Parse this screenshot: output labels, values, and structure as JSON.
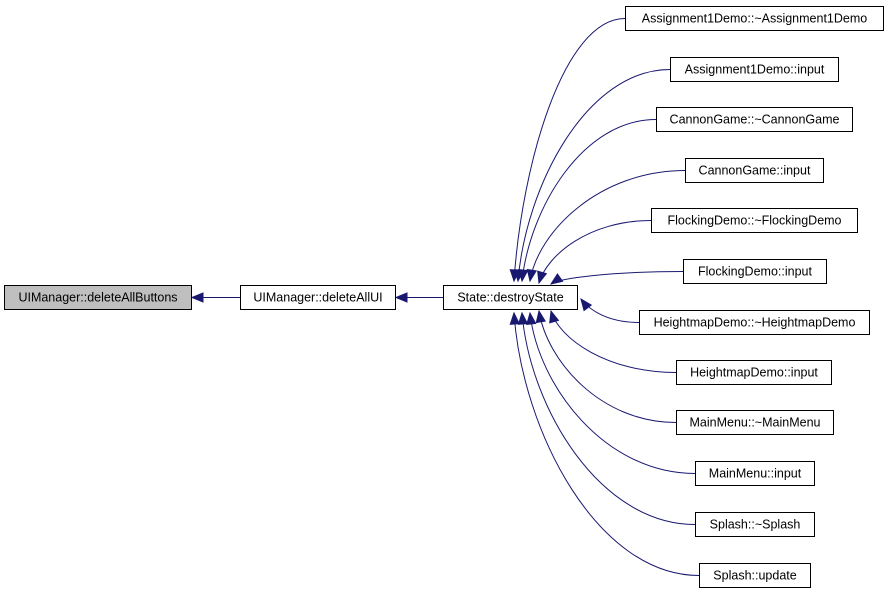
{
  "colors": {
    "edge": "#191970",
    "node_border": "#000000",
    "node_fill": "#ffffff",
    "root_fill": "#bfbfbf"
  },
  "nodes": [
    {
      "id": "n_root",
      "label": "UIManager::deleteAllButtons",
      "root": true
    },
    {
      "id": "n_deleteAllUI",
      "label": "UIManager::deleteAllUI"
    },
    {
      "id": "n_destroyState",
      "label": "State::destroyState"
    },
    {
      "id": "n_a1_dtor",
      "label": "Assignment1Demo::~Assignment1Demo"
    },
    {
      "id": "n_a1_input",
      "label": "Assignment1Demo::input"
    },
    {
      "id": "n_cg_dtor",
      "label": "CannonGame::~CannonGame"
    },
    {
      "id": "n_cg_input",
      "label": "CannonGame::input"
    },
    {
      "id": "n_fd_dtor",
      "label": "FlockingDemo::~FlockingDemo"
    },
    {
      "id": "n_fd_input",
      "label": "FlockingDemo::input"
    },
    {
      "id": "n_hm_dtor",
      "label": "HeightmapDemo::~HeightmapDemo"
    },
    {
      "id": "n_hm_input",
      "label": "HeightmapDemo::input"
    },
    {
      "id": "n_mm_dtor",
      "label": "MainMenu::~MainMenu"
    },
    {
      "id": "n_mm_input",
      "label": "MainMenu::input"
    },
    {
      "id": "n_sp_dtor",
      "label": "Splash::~Splash"
    },
    {
      "id": "n_sp_update",
      "label": "Splash::update"
    }
  ],
  "edges": [
    {
      "from": "n_deleteAllUI",
      "to": "n_root"
    },
    {
      "from": "n_destroyState",
      "to": "n_deleteAllUI"
    },
    {
      "from": "n_a1_dtor",
      "to": "n_destroyState"
    },
    {
      "from": "n_a1_input",
      "to": "n_destroyState"
    },
    {
      "from": "n_cg_dtor",
      "to": "n_destroyState"
    },
    {
      "from": "n_cg_input",
      "to": "n_destroyState"
    },
    {
      "from": "n_fd_dtor",
      "to": "n_destroyState"
    },
    {
      "from": "n_fd_input",
      "to": "n_destroyState"
    },
    {
      "from": "n_hm_dtor",
      "to": "n_destroyState"
    },
    {
      "from": "n_hm_input",
      "to": "n_destroyState"
    },
    {
      "from": "n_mm_dtor",
      "to": "n_destroyState"
    },
    {
      "from": "n_mm_input",
      "to": "n_destroyState"
    },
    {
      "from": "n_sp_dtor",
      "to": "n_destroyState"
    },
    {
      "from": "n_sp_update",
      "to": "n_destroyState"
    }
  ]
}
